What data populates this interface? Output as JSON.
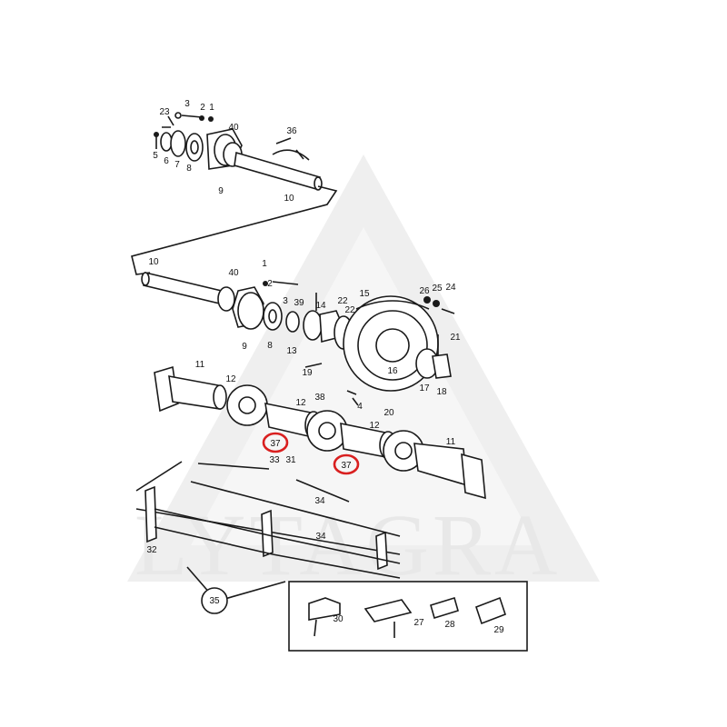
{
  "watermark": {
    "text": "LYTAGRA",
    "color": "#e6e6e6"
  },
  "highlight_color": "#d92020",
  "callouts": {
    "upper_shaft": {
      "c23": "23",
      "c3": "3",
      "c2": "2",
      "c1": "1",
      "c40": "40",
      "c36": "36",
      "c5": "5",
      "c6": "6",
      "c7": "7",
      "c8": "8",
      "c9": "9",
      "c10": "10"
    },
    "drive_assembly": {
      "c10": "10",
      "c40": "40",
      "c1": "1",
      "c2": "2",
      "c3": "3",
      "c39": "39",
      "c14": "14",
      "c22a": "22",
      "c22b": "22",
      "c15": "15",
      "c26": "26",
      "c25": "25",
      "c24": "24",
      "c9": "9",
      "c8": "8",
      "c13": "13",
      "c19": "19",
      "c16": "16",
      "c21": "21",
      "c17": "17",
      "c18": "18",
      "c4": "4",
      "c20": "20"
    },
    "sprocket_shaft": {
      "c11a": "11",
      "c12a": "12",
      "c12b": "12",
      "c38": "38",
      "c12c": "12",
      "c11b": "11",
      "c37a": "37",
      "c37b": "37"
    },
    "conveyor": {
      "c33": "33",
      "c31": "31",
      "c34a": "34",
      "c34b": "34",
      "c32": "32",
      "c35": "35"
    },
    "links": {
      "c30": "30",
      "c27": "27",
      "c28": "28",
      "c29": "29"
    }
  }
}
